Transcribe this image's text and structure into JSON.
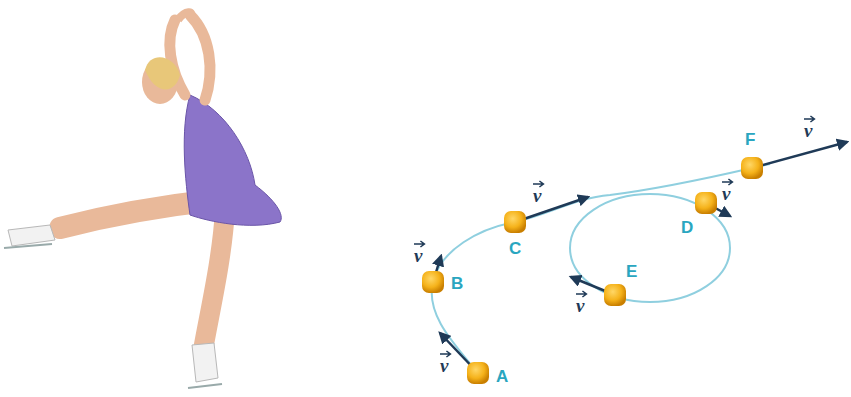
{
  "diagram": {
    "labels": [
      "v",
      "A",
      "v",
      "B",
      "v",
      "C",
      "v",
      "D",
      "v",
      "E",
      "v",
      "F"
    ]
  }
}
